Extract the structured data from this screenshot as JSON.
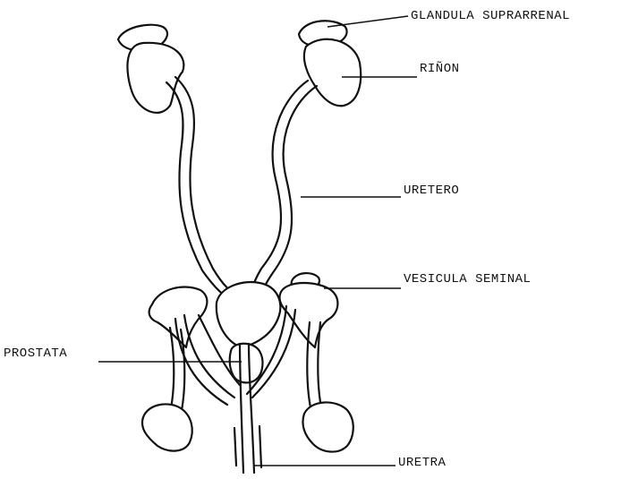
{
  "labels": {
    "adrenal_gland": "GLANDULA SUPRARRENAL",
    "kidney": "RIÑON",
    "ureter": "URETERO",
    "seminal_vesicle": "VESICULA SEMINAL",
    "prostate": "PROSTATA",
    "urethra": "URETRA"
  },
  "colors": {
    "ink": "#111111",
    "paper": "#ffffff"
  }
}
